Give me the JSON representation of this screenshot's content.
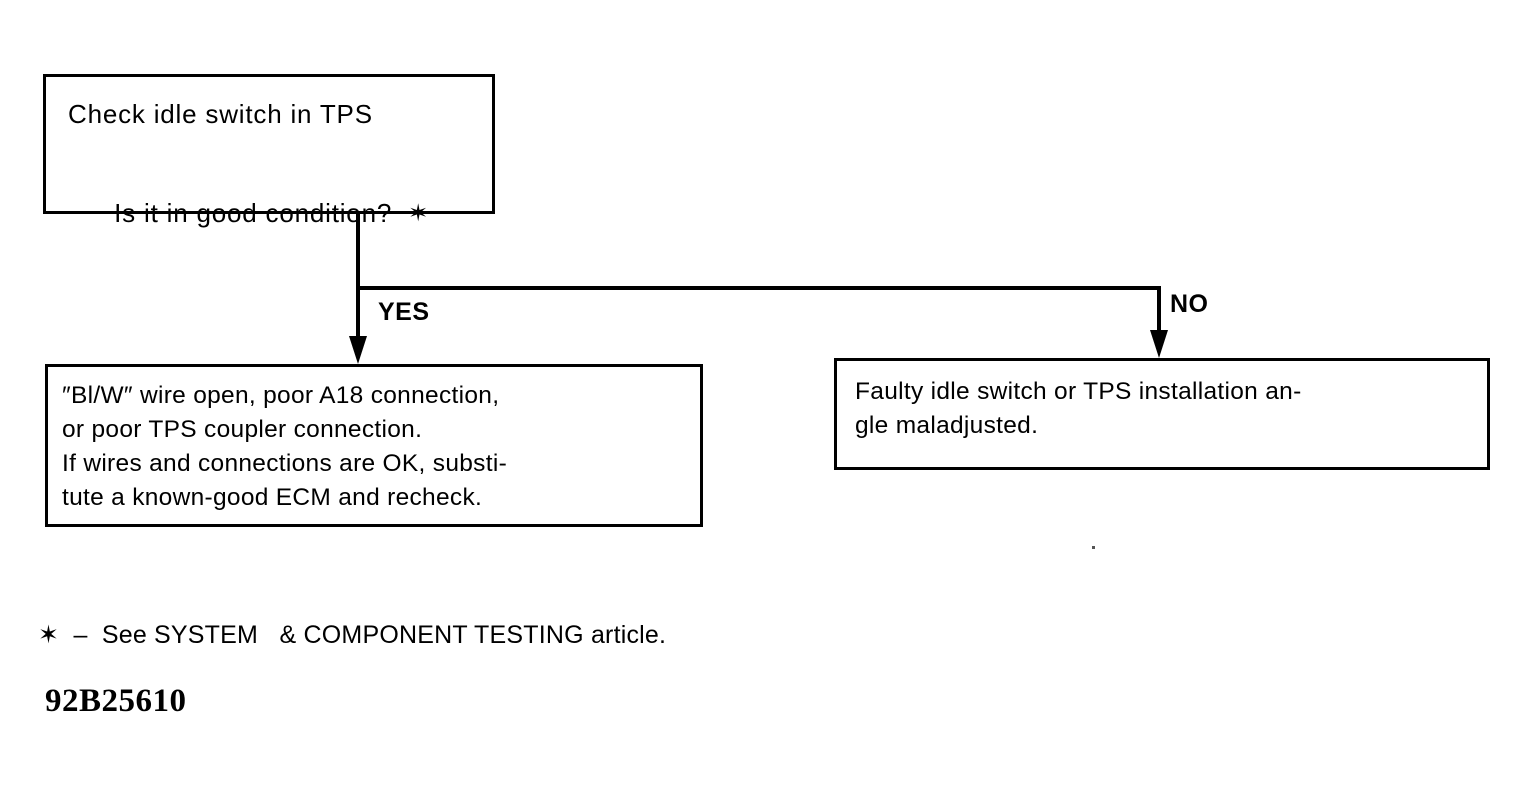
{
  "diagram": {
    "type": "flowchart",
    "title": "TPS idle switch diagnostic flowchart",
    "id_code": "92B25610",
    "footnote": "✶  –  See SYSTEM   & COMPONENT TESTING article.",
    "star_symbol": "✶",
    "line_color": "#000000",
    "background_color": "#ffffff",
    "decision": {
      "line1": "Check idle switch in TPS",
      "line2": "Is it in good condition?  ",
      "star": "✶"
    },
    "branches": {
      "yes_label": "YES",
      "no_label": "NO"
    },
    "outcome_yes": {
      "text": "″Bl/W″ wire open, poor A18 connection,\nor poor TPS coupler connection.\nIf wires and connections are OK, substi-\ntute a known-good ECM and recheck."
    },
    "outcome_no": {
      "text": "Faulty idle switch or TPS installation an-\ngle maladjusted."
    }
  }
}
